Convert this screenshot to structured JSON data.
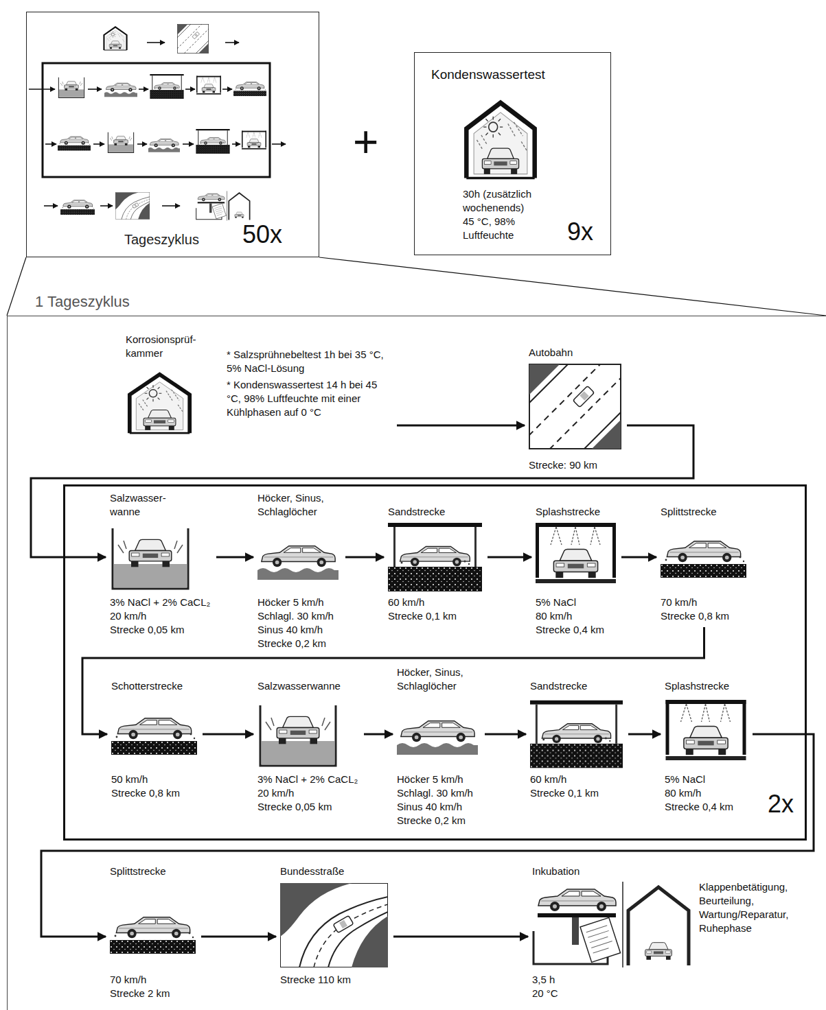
{
  "diagram": {
    "nodes": [
      {
        "text": [
          "Tageszyklus",
          "50x"
        ]
      },
      {
        "text": [
          "Kondenswassertest",
          "30h (zusätzlich wochenends)",
          "45 °C, 98% Luftfeuchte",
          "9x"
        ]
      },
      {
        "text": [
          "1 Tageszyklus"
        ]
      },
      {
        "text": [
          "Korrosionsprüf- kammer",
          "* Salzsprühnebeltest 1h bei 35 °C, 5% NaCl-Lösung",
          "* Kondenswassertest 14 h bei 45 °C, 98% Luftfeuchte mit einer Kühlphasen auf 0 °C"
        ],
        "in": 2
      },
      {
        "text": [
          "Autobahn",
          "Strecke: 90 km"
        ],
        "in": 2
      },
      {
        "text": [
          "2x"
        ],
        "in": 2
      },
      {
        "text": [
          "Salzwasser- wanne",
          "3% NaCl + 2% CaCL₂",
          "20 km/h",
          "Strecke 0,05 km"
        ],
        "in": 5
      },
      {
        "text": [
          "Höcker, Sinus, Schlaglöcher",
          "Höcker 5 km/h",
          "Schlagl. 30 km/h",
          "Sinus 40 km/h",
          "Strecke 0,2 km"
        ],
        "in": 5
      },
      {
        "text": [
          "Sandstrecke",
          "60 km/h",
          "Strecke 0,1 km"
        ],
        "in": 5
      },
      {
        "text": [
          "Splashstrecke",
          "5% NaCl",
          "80 km/h",
          "Strecke 0,4 km"
        ],
        "in": 5
      },
      {
        "text": [
          "Splittstrecke",
          "70 km/h",
          "Strecke 0,8 km"
        ],
        "in": 5
      },
      {
        "text": [
          "Schotterstrecke",
          "50 km/h",
          "Strecke 0,8 km"
        ],
        "in": 5
      },
      {
        "text": [
          "Salzwasserwanne",
          "3% NaCl + 2% CaCL₂",
          "20 km/h",
          "Strecke 0,05 km"
        ],
        "in": 5
      },
      {
        "text": [
          "Höcker, Sinus, Schlaglöcher",
          "Höcker 5 km/h",
          "Schlagl. 30 km/h",
          "Sinus 40 km/h",
          "Strecke 0,2 km"
        ],
        "in": 5
      },
      {
        "text": [
          "Sandstrecke",
          "60 km/h",
          "Strecke 0,1 km"
        ],
        "in": 5
      },
      {
        "text": [
          "Splashstrecke",
          "5% NaCl",
          "80 km/h",
          "Strecke 0,4 km"
        ],
        "in": 5
      },
      {
        "text": [
          "Splittstrecke",
          "70 km/h",
          "Strecke 2 km"
        ],
        "in": 2
      },
      {
        "text": [
          "Bundesstraße",
          "Strecke 110 km"
        ],
        "in": 2
      },
      {
        "text": [
          "Inkubation",
          "3,5 h",
          "20 °C",
          "Klappenbetätigung, Beurteilung, Wartung/Reparatur, Ruhephase"
        ],
        "in": 2
      }
    ],
    "edges": [
      {
        "from": 0,
        "to": 2,
        "arrow": "none"
      },
      {
        "from": 0,
        "to": 2,
        "arrow": "none"
      },
      {
        "from": 3,
        "to": 4,
        "arrow": "to"
      },
      {
        "from": 4,
        "to": 6,
        "arrow": "to"
      },
      {
        "from": 6,
        "to": 7,
        "arrow": "to"
      },
      {
        "from": 7,
        "to": 8,
        "arrow": "to"
      },
      {
        "from": 8,
        "to": 9,
        "arrow": "to"
      },
      {
        "from": 9,
        "to": 10,
        "arrow": "to"
      },
      {
        "from": 10,
        "to": 11,
        "arrow": "to"
      },
      {
        "from": 11,
        "to": 12,
        "arrow": "to"
      },
      {
        "from": 12,
        "to": 13,
        "arrow": "to"
      },
      {
        "from": 13,
        "to": 14,
        "arrow": "to"
      },
      {
        "from": 14,
        "to": 15,
        "arrow": "to"
      },
      {
        "from": 15,
        "to": 16,
        "arrow": "to"
      },
      {
        "from": 16,
        "to": 17,
        "arrow": "to"
      },
      {
        "from": 17,
        "to": 18,
        "arrow": "to"
      }
    ],
    "labels": [
      "+"
    ]
  }
}
